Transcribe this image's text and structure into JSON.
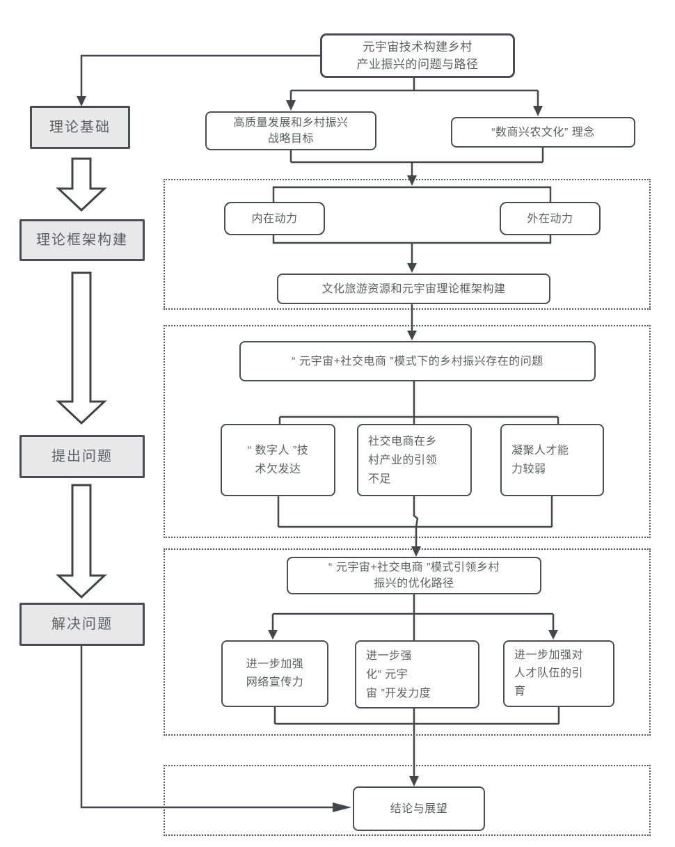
{
  "diagram": {
    "root": {
      "label": "元宇宙技术构建乡村\n产业振兴的问题与路径"
    },
    "stages": [
      {
        "label": "理论基础"
      },
      {
        "label": "理论框架构建"
      },
      {
        "label": "提出问题"
      },
      {
        "label": "解决问题"
      }
    ],
    "theory": {
      "goal": "高质量发展和乡村振兴\n战略目标",
      "concept": "“数商兴农文化” 理念"
    },
    "framework_section": {
      "internal": "内在动力",
      "external": "外在动力",
      "construction": "文化旅游资源和元宇宙理论框架构建"
    },
    "problem_section": {
      "header": "“ 元宇宙+社交电商 ”模式下的乡村振兴存在的问题",
      "items": [
        "“ 数字人 ”技\n术欠发达",
        "社交电商在乡\n村产业的引领\n不足",
        "凝聚人才能\n力较弱"
      ]
    },
    "solution_section": {
      "header": "“ 元宇宙+社交电商 ”模式引领乡村\n振兴的优化路径",
      "items": [
        "进一步加强\n网络宣传力",
        "进一步强\n化“ 元宇\n宙 ”开发力度",
        "进一步加强对\n人才队伍的引\n育"
      ]
    },
    "conclusion": {
      "label": "结论与展望"
    },
    "style": {
      "line_color": "#43464b",
      "box_border_color": "#4a4d52",
      "stage_fill_color": "#e8e8e8",
      "text_color": "#5c5e62",
      "background_color": "#ffffff"
    }
  }
}
